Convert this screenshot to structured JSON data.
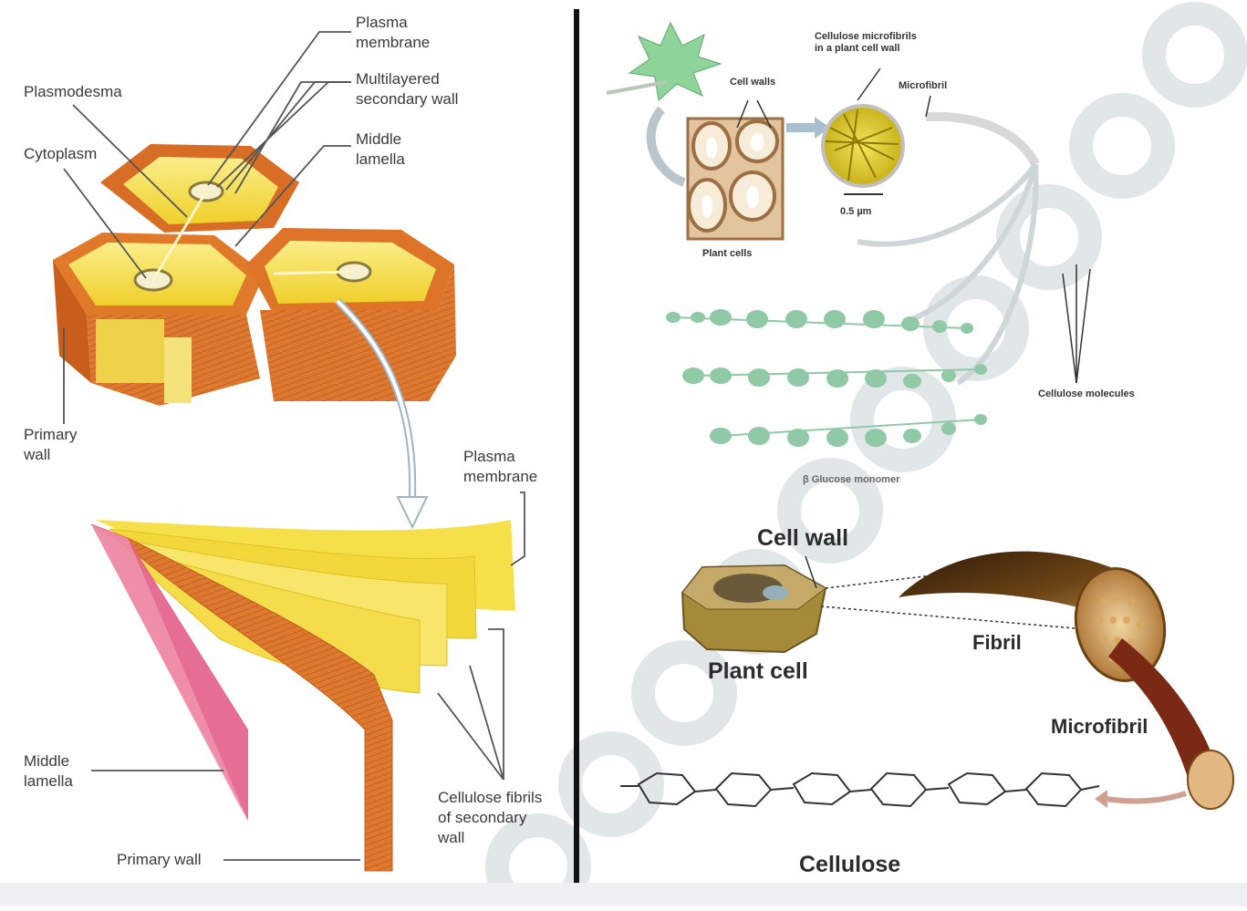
{
  "left_labels": {
    "plasma_membrane_top": [
      "Plasma",
      "membrane"
    ],
    "multilayered": [
      "Multilayered",
      "secondary wall"
    ],
    "middle_lamella_top": [
      "Middle",
      "lamella"
    ],
    "plasmodesma": "Plasmodesma",
    "cytoplasm": "Cytoplasm",
    "primary_wall_left": [
      "Primary",
      "wall"
    ],
    "plasma_membrane_lower": [
      "Plasma",
      "membrane"
    ],
    "middle_lamella_bottom": [
      "Middle",
      "lamella"
    ],
    "cellulose_fibrils": [
      "Cellulose fibrils",
      "of secondary",
      "wall"
    ],
    "primary_wall_bottom": "Primary wall"
  },
  "right_labels": {
    "cellulose_microfibrils": [
      "Cellulose microfibrils",
      "in a plant cell wall"
    ],
    "cell_walls": "Cell walls",
    "microfibril_small": "Microfibril",
    "scale": "0.5 µm",
    "plant_cells": "Plant cells",
    "cellulose_molecules": "Cellulose molecules",
    "beta_glucose": "β Glucose monomer",
    "cell_wall": "Cell wall",
    "plant_cell": "Plant cell",
    "fibril": "Fibril",
    "microfibril_big": "Microfibril",
    "cellulose": "Cellulose"
  },
  "colors": {
    "wall_orange": "#d9742a",
    "wall_dark": "#b5541b",
    "secondary_yellow": "#f2dc3c",
    "inner_yellow": "#f8ec8c",
    "lamella_pink": "#e8708a",
    "glucose_green": "#8fc9a6",
    "divider": "#111111",
    "fibril_brown": "#8a5a1e",
    "watermark": "#c9d3d6"
  }
}
